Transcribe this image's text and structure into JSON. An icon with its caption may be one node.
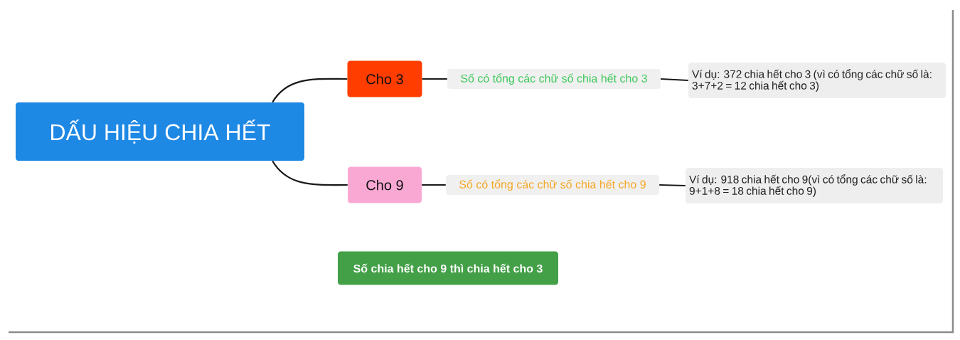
{
  "diagram": {
    "nodes": [
      {
        "text": [
          "DẤU HIỆU CHIA HẾT"
        ]
      },
      {
        "text": [
          "Cho 3"
        ]
      },
      {
        "text": [
          "Cho 9"
        ]
      },
      {
        "text": [
          "Số có tổng các chữ số chia hết cho 3"
        ]
      },
      {
        "text": [
          "Ví dụ: 372 chia hết cho 3 (vì có tổng các chữ số là: 3+7+2 = 12 chia hết cho 3)"
        ]
      },
      {
        "text": [
          "Số có tổng các chữ số chia hết cho 9"
        ]
      },
      {
        "text": [
          "Ví dụ: 918 chia hết cho 9(vì có tổng các chữ số là: 9+1+8 = 18 chia hết cho 9)"
        ]
      },
      {
        "text": [
          "Số chia hết cho 9 thì chia hết cho 3"
        ]
      }
    ],
    "edges": [
      {
        "from": 0,
        "to": 1,
        "arrow": "none"
      },
      {
        "from": 0,
        "to": 2,
        "arrow": "none"
      },
      {
        "from": 1,
        "to": 3,
        "arrow": "none"
      },
      {
        "from": 3,
        "to": 4,
        "arrow": "none"
      },
      {
        "from": 2,
        "to": 5,
        "arrow": "none"
      },
      {
        "from": 5,
        "to": 6,
        "arrow": "none"
      }
    ]
  }
}
